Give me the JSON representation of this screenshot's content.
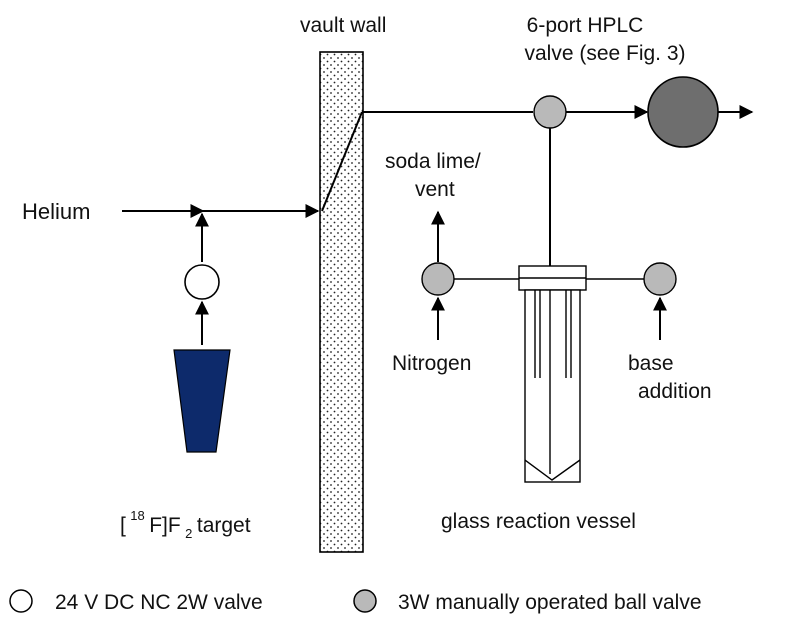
{
  "labels": {
    "vault_wall": "vault wall",
    "hplc_line1": "6-port HPLC",
    "hplc_line2": "valve (see Fig. 3)",
    "helium": "Helium",
    "soda_line1": "soda lime/",
    "soda_line2": "vent",
    "nitrogen": "Nitrogen",
    "base_line1": "base",
    "base_line2": "addition",
    "vessel": "glass reaction vessel",
    "target": {
      "bracket_open": "[",
      "isotope": "18",
      "element": "F]F",
      "subscript": "2",
      "suffix": " target"
    }
  },
  "legend": {
    "items": [
      {
        "label": "24 V DC NC 2W valve",
        "icon": "open-circle-valve-icon"
      },
      {
        "label": "3W manually operated ball valve",
        "icon": "gray-circle-valve-icon"
      }
    ]
  },
  "colors": {
    "gray_valve": "#b9b9b9",
    "hplc_valve": "#6e6e6e",
    "target": "#0d2a6b",
    "wall_fill": "#ffffff",
    "wall_dots": "#222222"
  }
}
